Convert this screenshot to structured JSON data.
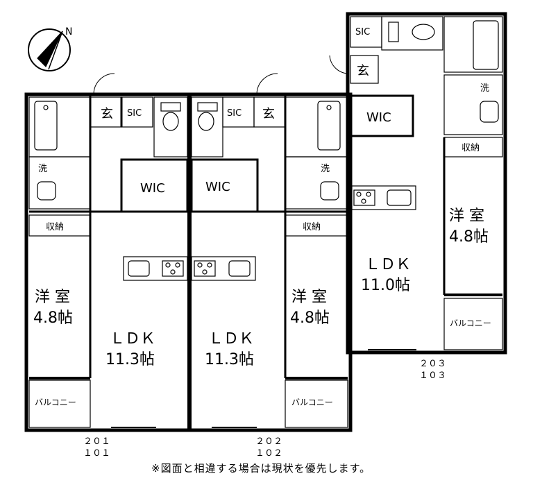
{
  "units": {
    "left_a": {
      "room": "洋 室",
      "room_size": "4.8帖",
      "ldk": "ＬＤＫ",
      "ldk_size": "11.3帖",
      "storage": "収納",
      "wic": "WIC",
      "sic": "SIC",
      "entrance": "玄",
      "wash": "洗",
      "balcony": "バルコニー",
      "number_top": "２０１",
      "number_bottom": "１０１"
    },
    "left_b": {
      "room": "洋 室",
      "room_size": "4.8帖",
      "ldk": "ＬＤＫ",
      "ldk_size": "11.3帖",
      "storage": "収納",
      "wic": "WIC",
      "sic": "SIC",
      "entrance": "玄",
      "wash": "洗",
      "balcony": "バルコニー",
      "number_top": "２０２",
      "number_bottom": "１０２"
    },
    "right": {
      "room": "洋 室",
      "room_size": "4.8帖",
      "ldk": "ＬＤＫ",
      "ldk_size": "11.0帖",
      "storage": "収納",
      "wic": "WIC",
      "sic": "SIC",
      "entrance": "玄",
      "wash": "洗",
      "balcony": "バルコニー",
      "number_top": "２０３",
      "number_bottom": "１０３"
    }
  },
  "note": "※図面と相違する場合は現状を優先します。",
  "compass": {
    "icon": "north-arrow-icon"
  }
}
